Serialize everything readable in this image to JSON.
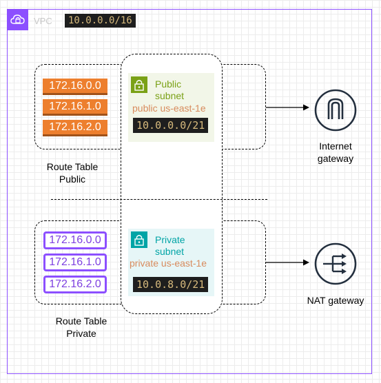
{
  "vpc": {
    "label": "VPC",
    "cidr": "10.0.0.0/16"
  },
  "route_tables": {
    "public": {
      "label_line1": "Route Table",
      "label_line2": "Public",
      "entries": [
        "172.16.0.0",
        "172.16.1.0",
        "172.16.2.0"
      ]
    },
    "private": {
      "label_line1": "Route Table",
      "label_line2": "Private",
      "entries": [
        "172.16.0.0",
        "172.16.1.0",
        "172.16.2.0"
      ]
    }
  },
  "subnets": {
    "public": {
      "title_line1": "Public",
      "title_line2": "subnet",
      "subtitle": "public us-east-1e",
      "cidr": "10.0.0.0/21",
      "color": "#7aa116"
    },
    "private": {
      "title_line1": "Private",
      "title_line2": "subnet",
      "subtitle": "private us-east-1e",
      "cidr": "10.0.8.0/21",
      "color": "#00a4a6"
    }
  },
  "gateways": {
    "internet": {
      "label_line1": "Internet",
      "label_line2": "gateway",
      "icon": "internet-gateway-icon"
    },
    "nat": {
      "label": "NAT gateway",
      "icon": "nat-gateway-icon"
    }
  },
  "colors": {
    "vpc": "#8c4fff",
    "public_ip": "#ed7f2e",
    "private_ip": "#8c4fff",
    "gateway": "#232f3e"
  }
}
